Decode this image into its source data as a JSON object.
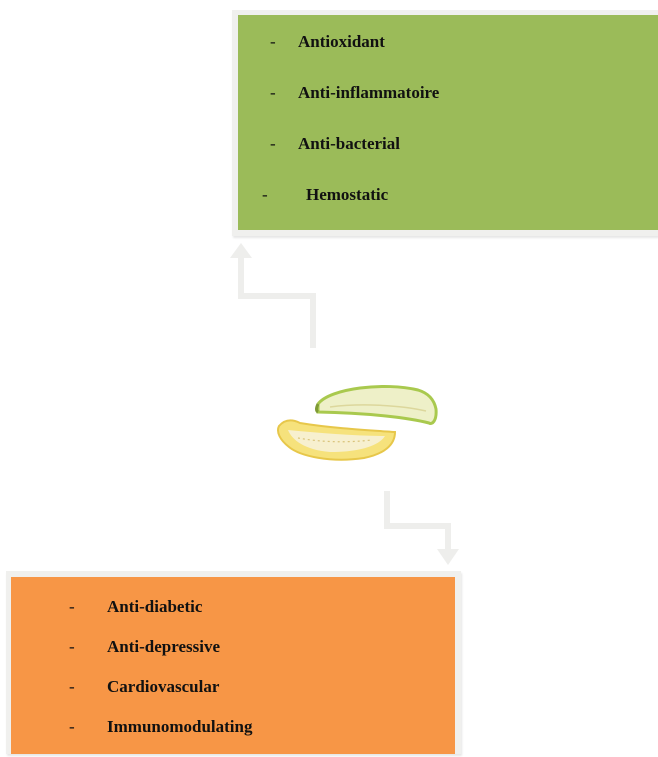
{
  "top_box": {
    "items": [
      "Antioxidant",
      "Anti-inflammatoire",
      "Anti-bacterial",
      "Hemostatic"
    ],
    "dash": "-",
    "color": "#9bbb59"
  },
  "bottom_box": {
    "items": [
      "Anti-diabetic",
      "Anti-depressive",
      "Cardiovascular",
      "Immunomodulating"
    ],
    "dash": "-",
    "color": "#f79646"
  },
  "center_image": "banana-slices-illustration",
  "connector_color": "#f0f0ee"
}
